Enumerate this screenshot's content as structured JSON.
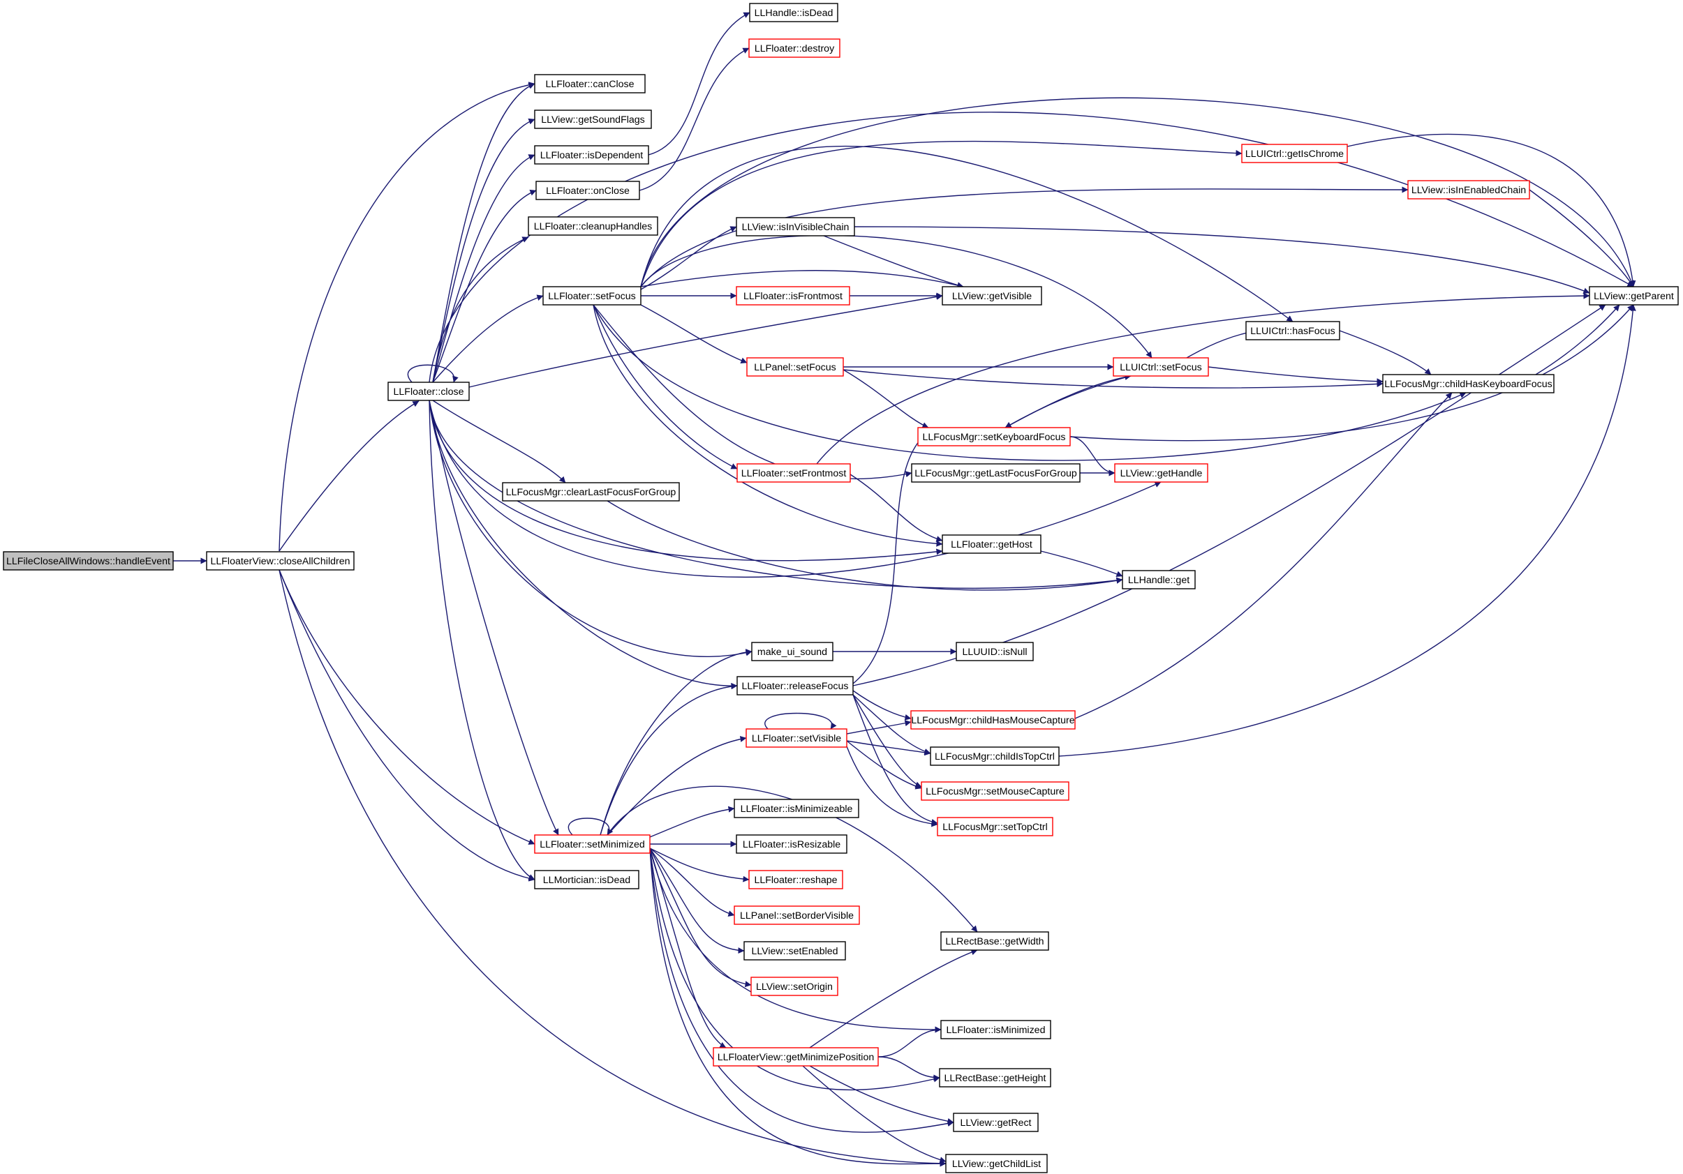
{
  "diagram": {
    "title": "",
    "colors": {
      "edge": "#191970",
      "node_border": "#000000",
      "node_border_truncated": "#ff0000",
      "node_fill": "#ffffff",
      "root_fill": "#bfbfbf"
    },
    "nodes": [
      {
        "id": "n0",
        "label": "LLFileCloseAllWindows::handleEvent",
        "style": "root"
      },
      {
        "id": "n1",
        "label": "LLFloaterView::closeAllChildren",
        "style": "normal"
      },
      {
        "id": "n2",
        "label": "LLFloater::close",
        "style": "normal"
      },
      {
        "id": "n3",
        "label": "LLFloater::canClose",
        "style": "normal"
      },
      {
        "id": "n4",
        "label": "LLView::getSoundFlags",
        "style": "normal"
      },
      {
        "id": "n5",
        "label": "LLFloater::isDependent",
        "style": "normal"
      },
      {
        "id": "n6",
        "label": "LLFloater::onClose",
        "style": "normal"
      },
      {
        "id": "n7",
        "label": "LLFloater::cleanupHandles",
        "style": "normal"
      },
      {
        "id": "n8",
        "label": "LLFloater::setFocus",
        "style": "normal"
      },
      {
        "id": "n9",
        "label": "LLFocusMgr::clearLastFocusForGroup",
        "style": "normal"
      },
      {
        "id": "n10",
        "label": "LLFloater::setMinimized",
        "style": "truncated"
      },
      {
        "id": "n11",
        "label": "LLMortician::isDead",
        "style": "normal"
      },
      {
        "id": "n12",
        "label": "LLHandle::isDead",
        "style": "normal"
      },
      {
        "id": "n13",
        "label": "LLFloater::destroy",
        "style": "truncated"
      },
      {
        "id": "n14",
        "label": "LLView::isInVisibleChain",
        "style": "normal"
      },
      {
        "id": "n15",
        "label": "LLFloater::isFrontmost",
        "style": "truncated"
      },
      {
        "id": "n16",
        "label": "LLPanel::setFocus",
        "style": "truncated"
      },
      {
        "id": "n17",
        "label": "LLFloater::setFrontmost",
        "style": "truncated"
      },
      {
        "id": "n18",
        "label": "make_ui_sound",
        "style": "normal"
      },
      {
        "id": "n19",
        "label": "LLFloater::releaseFocus",
        "style": "normal"
      },
      {
        "id": "n20",
        "label": "LLFloater::setVisible",
        "style": "truncated"
      },
      {
        "id": "n21",
        "label": "LLFloater::isMinimizeable",
        "style": "normal"
      },
      {
        "id": "n22",
        "label": "LLFloater::isResizable",
        "style": "normal"
      },
      {
        "id": "n23",
        "label": "LLFloater::reshape",
        "style": "truncated"
      },
      {
        "id": "n24",
        "label": "LLPanel::setBorderVisible",
        "style": "truncated"
      },
      {
        "id": "n25",
        "label": "LLView::setEnabled",
        "style": "normal"
      },
      {
        "id": "n26",
        "label": "LLView::setOrigin",
        "style": "truncated"
      },
      {
        "id": "n27",
        "label": "LLFloaterView::getMinimizePosition",
        "style": "truncated"
      },
      {
        "id": "n28",
        "label": "LLView::getVisible",
        "style": "normal"
      },
      {
        "id": "n29",
        "label": "LLFocusMgr::setKeyboardFocus",
        "style": "truncated"
      },
      {
        "id": "n30",
        "label": "LLFocusMgr::getLastFocusForGroup",
        "style": "normal"
      },
      {
        "id": "n31",
        "label": "LLFloater::getHost",
        "style": "normal"
      },
      {
        "id": "n32",
        "label": "LLUUID::isNull",
        "style": "normal"
      },
      {
        "id": "n33",
        "label": "LLFocusMgr::childHasMouseCapture",
        "style": "truncated"
      },
      {
        "id": "n34",
        "label": "LLFocusMgr::childIsTopCtrl",
        "style": "normal"
      },
      {
        "id": "n35",
        "label": "LLFocusMgr::setMouseCapture",
        "style": "truncated"
      },
      {
        "id": "n36",
        "label": "LLFocusMgr::setTopCtrl",
        "style": "truncated"
      },
      {
        "id": "n37",
        "label": "LLRectBase::getWidth",
        "style": "normal"
      },
      {
        "id": "n38",
        "label": "LLFloater::isMinimized",
        "style": "normal"
      },
      {
        "id": "n39",
        "label": "LLRectBase::getHeight",
        "style": "normal"
      },
      {
        "id": "n40",
        "label": "LLView::getRect",
        "style": "normal"
      },
      {
        "id": "n41",
        "label": "LLView::getChildList",
        "style": "normal"
      },
      {
        "id": "n42",
        "label": "LLUICtrl::getIsChrome",
        "style": "truncated"
      },
      {
        "id": "n43",
        "label": "LLView::isInEnabledChain",
        "style": "truncated"
      },
      {
        "id": "n44",
        "label": "LLUICtrl::hasFocus",
        "style": "normal"
      },
      {
        "id": "n45",
        "label": "LLUICtrl::setFocus",
        "style": "truncated"
      },
      {
        "id": "n46",
        "label": "LLView::getHandle",
        "style": "truncated"
      },
      {
        "id": "n47",
        "label": "LLHandle::get",
        "style": "normal"
      },
      {
        "id": "n48",
        "label": "LLFocusMgr::childHasKeyboardFocus",
        "style": "normal"
      },
      {
        "id": "n49",
        "label": "LLView::getParent",
        "style": "normal"
      }
    ],
    "edges": [
      [
        "n0",
        "n1"
      ],
      [
        "n1",
        "n2"
      ],
      [
        "n1",
        "n3"
      ],
      [
        "n1",
        "n10"
      ],
      [
        "n1",
        "n11"
      ],
      [
        "n1",
        "n41"
      ],
      [
        "n2",
        "n2"
      ],
      [
        "n2",
        "n3"
      ],
      [
        "n2",
        "n4"
      ],
      [
        "n2",
        "n5"
      ],
      [
        "n2",
        "n6"
      ],
      [
        "n2",
        "n7"
      ],
      [
        "n2",
        "n8"
      ],
      [
        "n2",
        "n9"
      ],
      [
        "n2",
        "n10"
      ],
      [
        "n2",
        "n11"
      ],
      [
        "n2",
        "n18"
      ],
      [
        "n2",
        "n19"
      ],
      [
        "n2",
        "n28"
      ],
      [
        "n2",
        "n31"
      ],
      [
        "n2",
        "n46"
      ],
      [
        "n2",
        "n47"
      ],
      [
        "n2",
        "n49"
      ],
      [
        "n5",
        "n12"
      ],
      [
        "n6",
        "n13"
      ],
      [
        "n8",
        "n14"
      ],
      [
        "n8",
        "n15"
      ],
      [
        "n8",
        "n16"
      ],
      [
        "n8",
        "n17"
      ],
      [
        "n8",
        "n28"
      ],
      [
        "n8",
        "n30"
      ],
      [
        "n8",
        "n31"
      ],
      [
        "n8",
        "n42"
      ],
      [
        "n8",
        "n43"
      ],
      [
        "n8",
        "n44"
      ],
      [
        "n8",
        "n45"
      ],
      [
        "n8",
        "n48"
      ],
      [
        "n8",
        "n49"
      ],
      [
        "n9",
        "n47"
      ],
      [
        "n14",
        "n28"
      ],
      [
        "n14",
        "n49"
      ],
      [
        "n15",
        "n28"
      ],
      [
        "n16",
        "n29"
      ],
      [
        "n16",
        "n45"
      ],
      [
        "n16",
        "n48"
      ],
      [
        "n17",
        "n31"
      ],
      [
        "n17",
        "n49"
      ],
      [
        "n18",
        "n32"
      ],
      [
        "n19",
        "n29"
      ],
      [
        "n19",
        "n33"
      ],
      [
        "n19",
        "n34"
      ],
      [
        "n19",
        "n35"
      ],
      [
        "n19",
        "n36"
      ],
      [
        "n19",
        "n49"
      ],
      [
        "n20",
        "n20"
      ],
      [
        "n20",
        "n33"
      ],
      [
        "n20",
        "n34"
      ],
      [
        "n20",
        "n35"
      ],
      [
        "n20",
        "n36"
      ],
      [
        "n10",
        "n10"
      ],
      [
        "n10",
        "n18"
      ],
      [
        "n10",
        "n19"
      ],
      [
        "n10",
        "n20"
      ],
      [
        "n10",
        "n21"
      ],
      [
        "n10",
        "n22"
      ],
      [
        "n10",
        "n23"
      ],
      [
        "n10",
        "n24"
      ],
      [
        "n10",
        "n25"
      ],
      [
        "n10",
        "n26"
      ],
      [
        "n10",
        "n27"
      ],
      [
        "n10",
        "n37"
      ],
      [
        "n10",
        "n38"
      ],
      [
        "n10",
        "n39"
      ],
      [
        "n10",
        "n40"
      ],
      [
        "n10",
        "n41"
      ],
      [
        "n27",
        "n37"
      ],
      [
        "n27",
        "n38"
      ],
      [
        "n27",
        "n39"
      ],
      [
        "n27",
        "n40"
      ],
      [
        "n27",
        "n41"
      ],
      [
        "n29",
        "n45"
      ],
      [
        "n29",
        "n46"
      ],
      [
        "n29",
        "n49"
      ],
      [
        "n30",
        "n46"
      ],
      [
        "n31",
        "n47"
      ],
      [
        "n33",
        "n48"
      ],
      [
        "n34",
        "n49"
      ],
      [
        "n42",
        "n49"
      ],
      [
        "n43",
        "n49"
      ],
      [
        "n44",
        "n48"
      ],
      [
        "n45",
        "n29"
      ],
      [
        "n45",
        "n44"
      ],
      [
        "n45",
        "n48"
      ],
      [
        "n48",
        "n49"
      ]
    ]
  }
}
